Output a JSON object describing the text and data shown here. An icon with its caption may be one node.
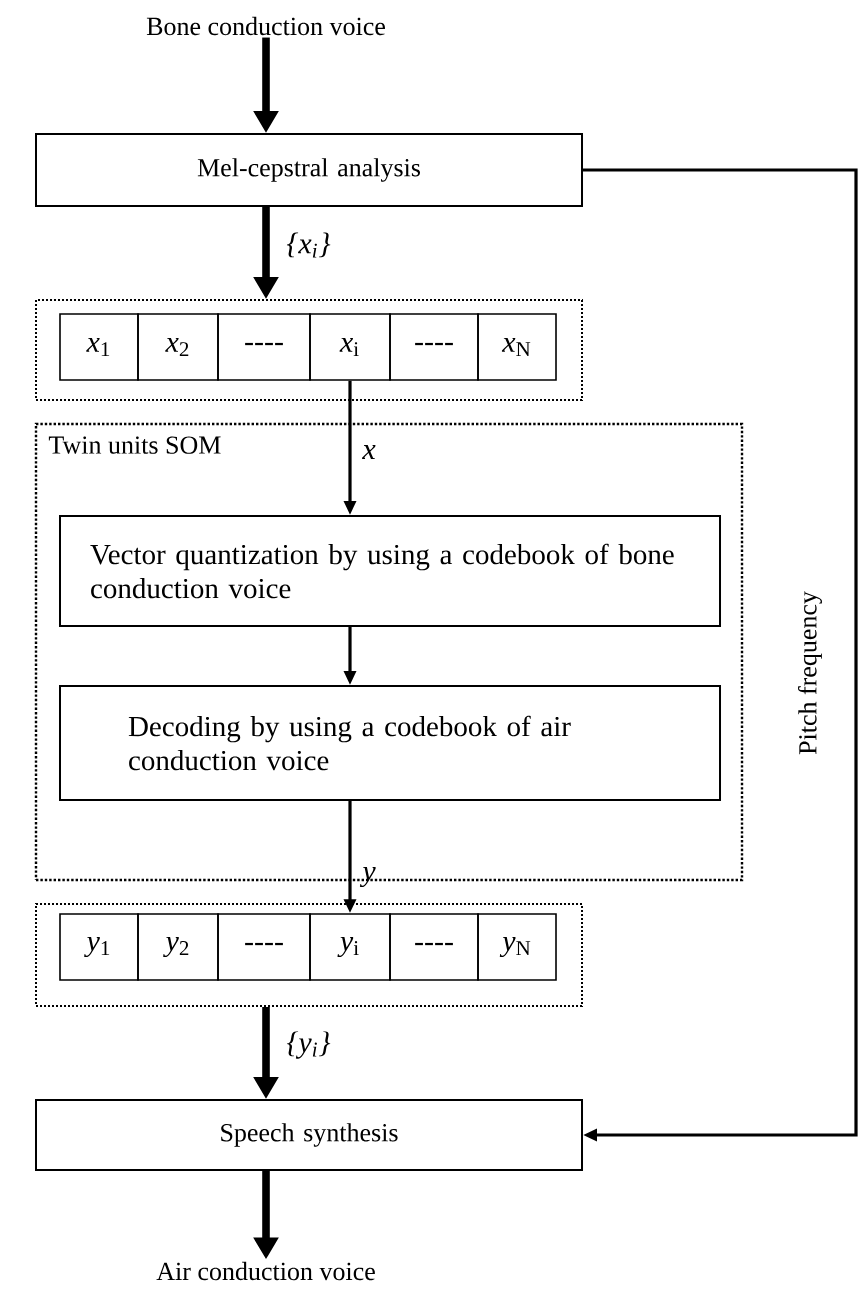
{
  "diagram": {
    "nodes": [
      {
        "text": [
          "Bone conduction voice"
        ]
      },
      {
        "text": [
          "Mel-cepstral analysis"
        ]
      },
      {
        "text": [],
        "shape": "box"
      },
      {
        "text": [
          "*x*$_{1}$"
        ],
        "in": 2
      },
      {
        "text": [
          "*x*$_{2}$"
        ],
        "in": 2
      },
      {
        "text": [
          "----"
        ],
        "in": 2
      },
      {
        "text": [
          "*x*$_{i}$"
        ],
        "in": 2
      },
      {
        "text": [
          "----"
        ],
        "in": 2
      },
      {
        "text": [
          "*x*$_{N}$"
        ],
        "in": 2
      },
      {
        "text": [
          "Twin units SOM"
        ]
      },
      {
        "text": [
          "Vector quantization by using a codebook of bone conduction voice"
        ],
        "in": 9
      },
      {
        "text": [
          "Decoding by using a codebook of air conduction voice"
        ],
        "in": 9
      },
      {
        "text": [],
        "shape": "box"
      },
      {
        "text": [
          "*y*$_{1}$"
        ],
        "in": 12
      },
      {
        "text": [
          "*y*$_{2}$"
        ],
        "in": 12
      },
      {
        "text": [
          "----"
        ],
        "in": 12
      },
      {
        "text": [
          "*y*$_{i}$"
        ],
        "in": 12
      },
      {
        "text": [
          "----"
        ],
        "in": 12
      },
      {
        "text": [
          "*y*$_{N}$"
        ],
        "in": 12
      },
      {
        "text": [
          "Speech synthesis"
        ]
      },
      {
        "text": [
          "Air conduction voice"
        ]
      }
    ],
    "edges": [
      {
        "from": 0,
        "to": 1,
        "arrow": "to",
        "style": "thick"
      },
      {
        "from": 1,
        "to": 2,
        "arrow": "to",
        "style": "thick",
        "label": "{*x*$_{i}$}"
      },
      {
        "from": 6,
        "to": 10,
        "arrow": "to",
        "label": "*x*"
      },
      {
        "from": 10,
        "to": 11,
        "arrow": "to"
      },
      {
        "from": 11,
        "to": 16,
        "arrow": "to",
        "label": "*y*"
      },
      {
        "from": 12,
        "to": 19,
        "arrow": "to",
        "style": "thick",
        "label": "{*y*$_{i}$}"
      },
      {
        "from": 19,
        "to": 20,
        "arrow": "to",
        "style": "thick"
      },
      {
        "from": 1,
        "to": 19,
        "arrow": "to",
        "label": "Pitch frequency"
      }
    ]
  }
}
